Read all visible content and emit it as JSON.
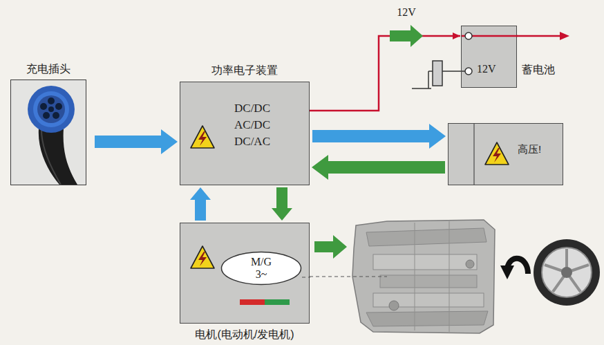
{
  "diagram": {
    "nodes": [
      {
        "text": [
          "充电插头"
        ]
      },
      {
        "text": [
          "功率电子装置",
          "DC/DC AC/DC DC/AC"
        ]
      },
      {
        "text": [
          "12V",
          "蓄电池"
        ]
      },
      {
        "text": [
          "高压!"
        ]
      },
      {
        "text": [
          "电机(电动机/发电机)"
        ]
      },
      {
        "text": [
          "M/G 3~"
        ],
        "in": 4
      }
    ],
    "edges": [
      {
        "from": 0,
        "to": 1,
        "arrow": "to"
      },
      {
        "from": 1,
        "to": 3,
        "arrow": "to"
      },
      {
        "from": 3,
        "to": 1,
        "arrow": "to"
      },
      {
        "from": 4,
        "to": 1,
        "arrow": "to"
      },
      {
        "from": 1,
        "to": 4,
        "arrow": "to"
      },
      {
        "from": 1,
        "to": 2,
        "label": "12V",
        "arrow": "to"
      }
    ]
  }
}
